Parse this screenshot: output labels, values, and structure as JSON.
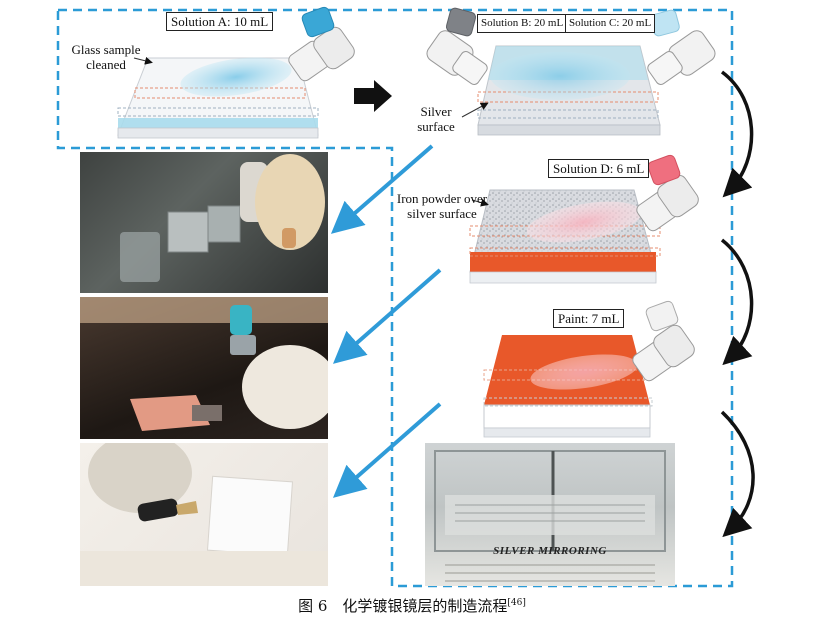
{
  "labels": {
    "solution_a": "Solution A: 10 mL",
    "solution_b": "Solution B: 20 mL",
    "solution_c": "Solution C: 20 mL",
    "solution_d": "Solution D: 6 mL",
    "paint": "Paint: 7 mL",
    "glass_line1": "Glass sample",
    "glass_line2": "cleaned",
    "silver_line1": "Silver",
    "silver_line2": "surface",
    "iron_line1": "Iron powder over",
    "iron_line2": "silver surface"
  },
  "photo_text": {
    "silver_mirroring": "SILVER MIRRORING"
  },
  "caption": {
    "text": "图 6　化学镀银镜层的制造流程",
    "ref": "[46]"
  },
  "colors": {
    "dashed_border": "#2b9bd6",
    "arrow_blue": "#2f9bd8",
    "liquid_blue": "#a8dcec",
    "orange_layer": "#e8582a",
    "pink_spray": "#f08a9a"
  }
}
